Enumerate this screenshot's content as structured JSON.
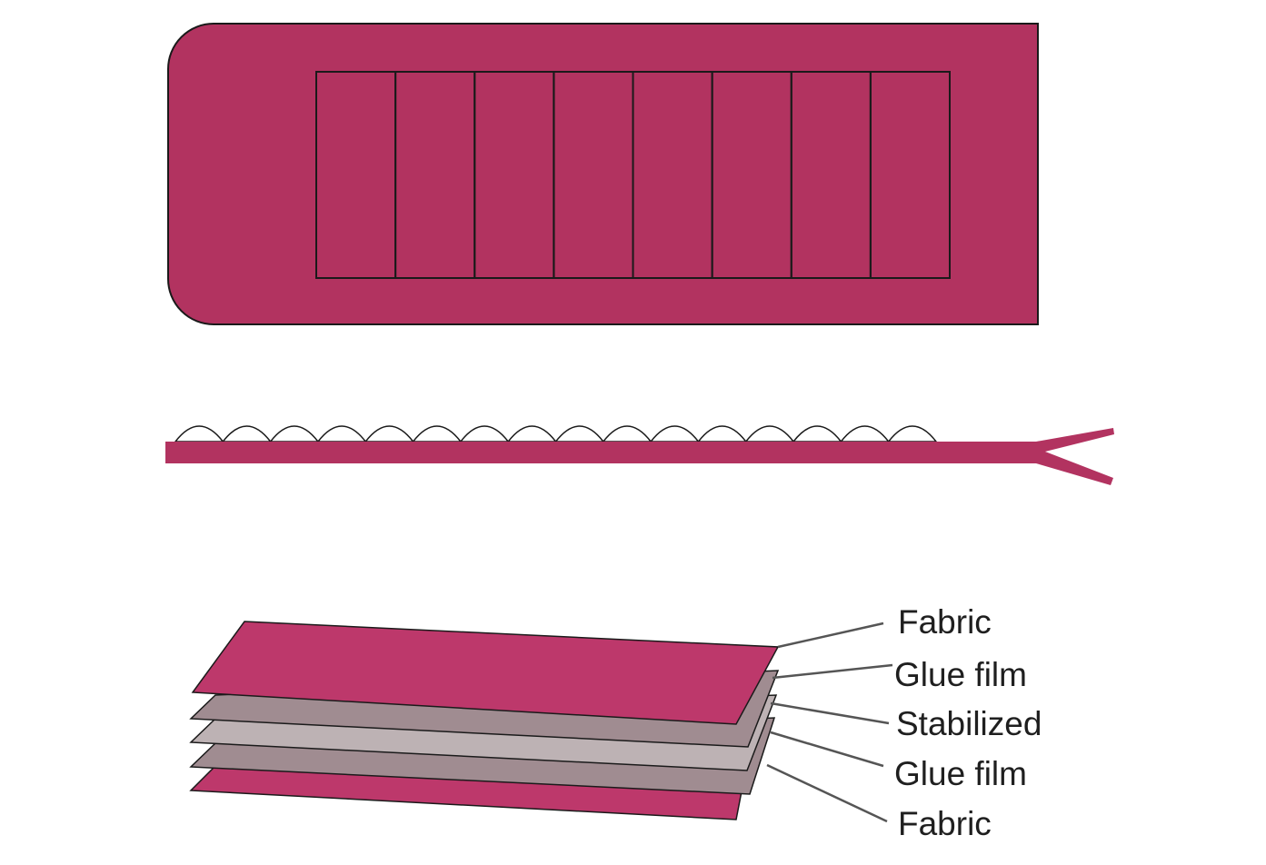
{
  "colors": {
    "fabric_top_view": "#b23360",
    "fabric_layer": "#bd386b",
    "glue_film": "#a08c91",
    "stabilized": "#bdb2b4",
    "outline": "#1a1a1a",
    "leader_line": "#555555"
  },
  "top_view": {
    "panel_count": 8
  },
  "side_view": {
    "bump_count": 16
  },
  "layers": [
    {
      "label": "Fabric",
      "kind": "fabric"
    },
    {
      "label": "Glue film",
      "kind": "glue_film"
    },
    {
      "label": "Stabilized",
      "kind": "stabilized"
    },
    {
      "label": "Glue film",
      "kind": "glue_film"
    },
    {
      "label": "Fabric",
      "kind": "fabric"
    }
  ]
}
